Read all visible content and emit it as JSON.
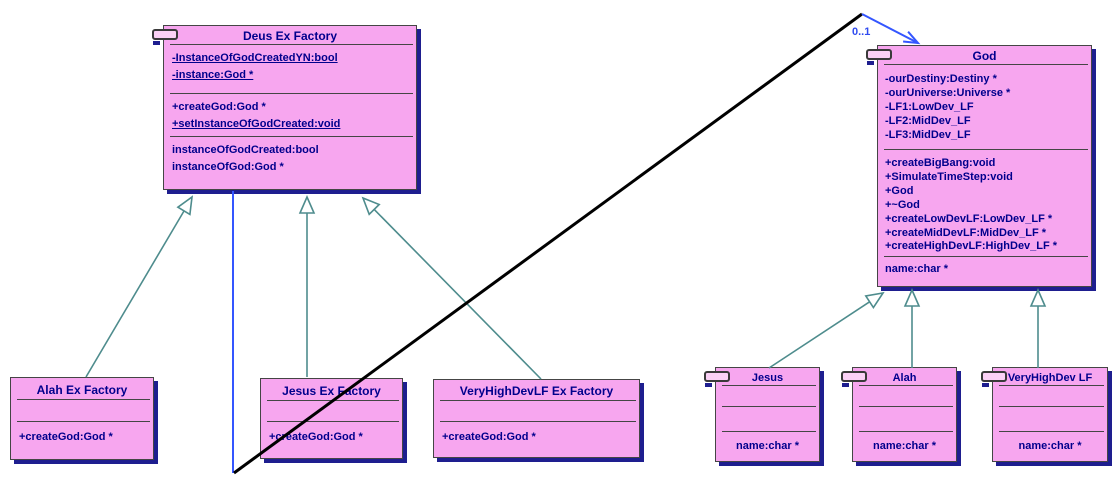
{
  "diagram_title": "UML class diagram - Deus Ex Factory / God",
  "colors": {
    "box_fill": "#f7a6ef",
    "box_border": "#454545",
    "box_shadow": "#1e1e8f",
    "text": "#00008c",
    "inheritance_line": "#4e8c8d",
    "association_line": "#3456ff",
    "diagonal_line": "#000000"
  },
  "classes": {
    "deus_factory": {
      "title": "Deus Ex Factory",
      "attributes": [
        "-InstanceOfGodCreatedYN:bool",
        "-instance:God *"
      ],
      "methods": [
        "+createGod:God *",
        "+setInstanceOfGodCreated:void"
      ],
      "properties": [
        "instanceOfGodCreated:bool",
        "instanceOfGod:God *"
      ]
    },
    "god": {
      "title": "God",
      "attributes": [
        "-ourDestiny:Destiny *",
        "-ourUniverse:Universe *",
        "-LF1:LowDev_LF",
        "-LF2:MidDev_LF",
        "-LF3:MidDev_LF"
      ],
      "methods": [
        "+createBigBang:void",
        "+SimulateTimeStep:void",
        "+God",
        "+~God",
        "+createLowDevLF:LowDev_LF *",
        "+createMidDevLF:MidDev_LF *",
        "+createHighDevLF:HighDev_LF *"
      ],
      "properties": [
        "name:char *"
      ]
    },
    "alah_factory": {
      "title": "Alah Ex Factory",
      "methods": [
        "+createGod:God *"
      ]
    },
    "jesus_factory": {
      "title": "Jesus Ex Factory",
      "methods": [
        "+createGod:God *"
      ]
    },
    "vhd_factory": {
      "title": "VeryHighDevLF Ex Factory",
      "methods": [
        "+createGod:God *"
      ]
    },
    "jesus": {
      "title": "Jesus",
      "properties": [
        "name:char *"
      ]
    },
    "alah": {
      "title": "Alah",
      "properties": [
        "name:char *"
      ]
    },
    "vhd": {
      "title": "VeryHighDev LF",
      "properties": [
        "name:char *"
      ]
    }
  },
  "association": {
    "multiplicity": "0..1",
    "from": "Deus Ex Factory",
    "to": "God"
  },
  "relations": [
    {
      "type": "generalization",
      "from": "Alah Ex Factory",
      "to": "Deus Ex Factory"
    },
    {
      "type": "generalization",
      "from": "Jesus Ex Factory",
      "to": "Deus Ex Factory"
    },
    {
      "type": "generalization",
      "from": "VeryHighDevLF Ex Factory",
      "to": "Deus Ex Factory"
    },
    {
      "type": "generalization",
      "from": "Jesus",
      "to": "God"
    },
    {
      "type": "generalization",
      "from": "Alah",
      "to": "God"
    },
    {
      "type": "generalization",
      "from": "VeryHighDev LF",
      "to": "God"
    }
  ]
}
